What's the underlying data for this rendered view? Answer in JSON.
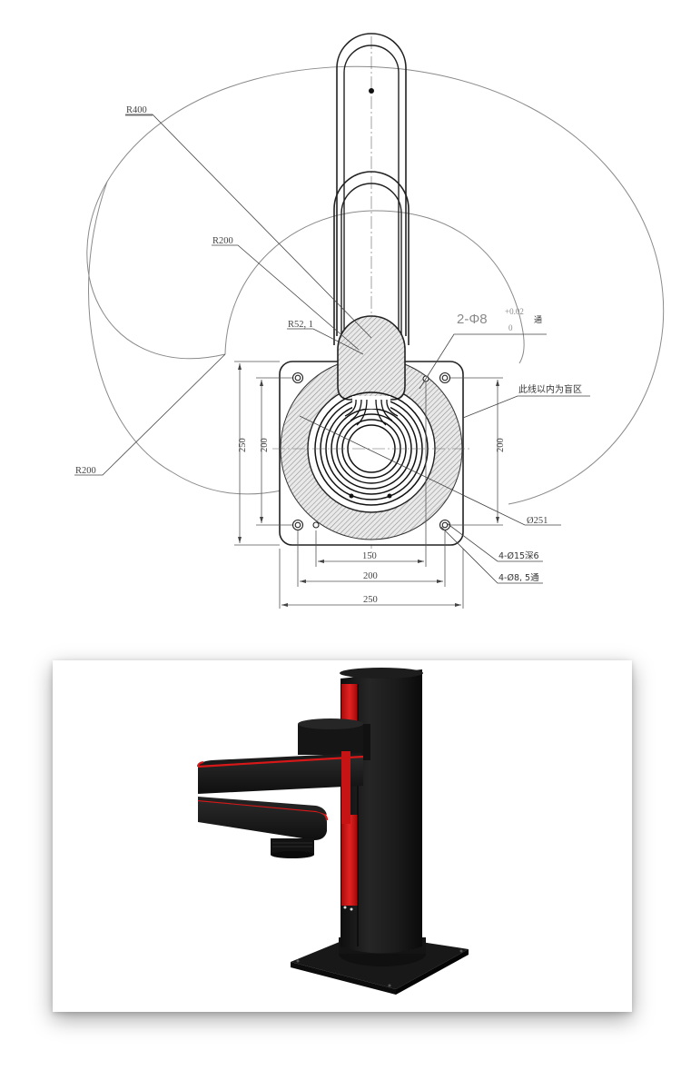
{
  "drawing": {
    "labels": {
      "r400": "R400",
      "r200_upper": "R200",
      "r200_lower": "R200",
      "r52": "R52, 1",
      "pin_tolerance_main": "2-Φ8",
      "pin_tolerance_upper": "+0.02",
      "pin_tolerance_lower": "0",
      "pin_through": "通",
      "blind_zone": "此线以内为盲区",
      "diameter": "Ø251",
      "counterbore": "4-Ø15深6",
      "through_hole": "4-Ø8, 5通"
    },
    "dimensions": {
      "left_outer": "250",
      "left_inner": "200",
      "right_inner": "200",
      "bottom_150": "150",
      "bottom_200": "200",
      "bottom_250": "250"
    },
    "colors": {
      "line": "#333333",
      "thin_line": "#777777",
      "hatch": "#9a9a9a"
    }
  },
  "photo": {
    "subject": "black-red SCARA robot arm on square base plate",
    "colors": {
      "body": "#1c1c1c",
      "accent": "#d81818",
      "background": "#ffffff"
    }
  }
}
